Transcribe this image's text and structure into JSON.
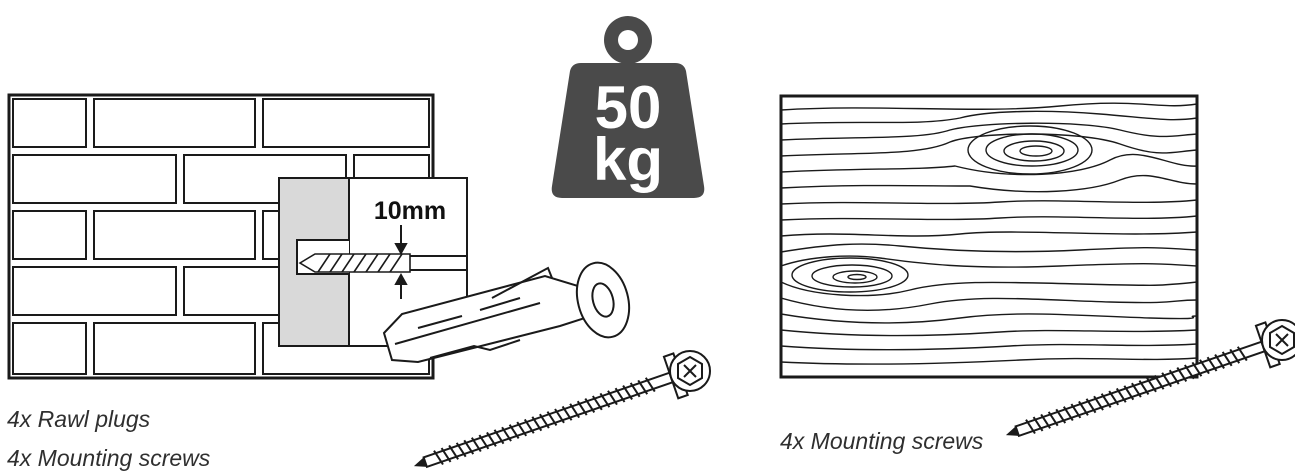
{
  "weight": {
    "value": "50",
    "unit": "kg",
    "fill_color": "#4a4a4a"
  },
  "drill": {
    "size_label": "10mm"
  },
  "captions": {
    "brick": [
      "4x Rawl plugs",
      "4x Mounting screws"
    ],
    "wood": [
      "4x Mounting screws"
    ]
  },
  "colors": {
    "line": "#1a1a1a",
    "wall_section": "#d9d9d9"
  }
}
